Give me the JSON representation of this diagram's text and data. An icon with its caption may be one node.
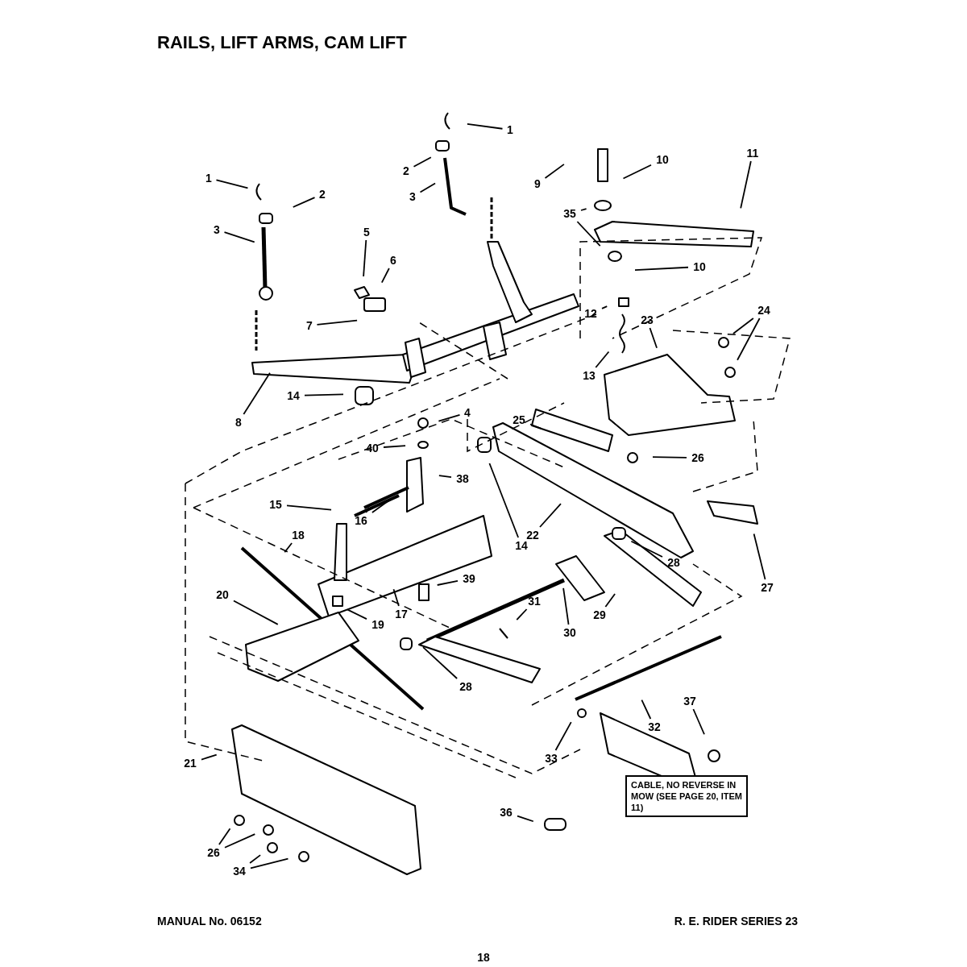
{
  "diagram": {
    "title": "RAILS, LIFT ARMS, CAM LIFT",
    "nodes": [
      {
        "text": [
          "1"
        ]
      },
      {
        "text": [
          "1"
        ]
      },
      {
        "text": [
          "2"
        ]
      },
      {
        "text": [
          "2"
        ]
      },
      {
        "text": [
          "3"
        ]
      },
      {
        "text": [
          "3"
        ]
      },
      {
        "text": [
          "9"
        ]
      },
      {
        "text": [
          "10"
        ]
      },
      {
        "text": [
          "11"
        ]
      },
      {
        "text": [
          "35"
        ]
      },
      {
        "text": [
          "5"
        ]
      },
      {
        "text": [
          "6"
        ]
      },
      {
        "text": [
          "10"
        ]
      },
      {
        "text": [
          "7"
        ]
      },
      {
        "text": [
          "12"
        ]
      },
      {
        "text": [
          "23"
        ]
      },
      {
        "text": [
          "24"
        ]
      },
      {
        "text": [
          "13"
        ]
      },
      {
        "text": [
          "8"
        ]
      },
      {
        "text": [
          "14"
        ]
      },
      {
        "text": [
          "25"
        ]
      },
      {
        "text": [
          "4"
        ]
      },
      {
        "text": [
          "40"
        ]
      },
      {
        "text": [
          "26"
        ]
      },
      {
        "text": [
          "38"
        ]
      },
      {
        "text": [
          "15"
        ]
      },
      {
        "text": [
          "16"
        ]
      },
      {
        "text": [
          "22"
        ]
      },
      {
        "text": [
          "14"
        ]
      },
      {
        "text": [
          "18"
        ]
      },
      {
        "text": [
          "28"
        ]
      },
      {
        "text": [
          "27"
        ]
      },
      {
        "text": [
          "20"
        ]
      },
      {
        "text": [
          "39"
        ]
      },
      {
        "text": [
          "31"
        ]
      },
      {
        "text": [
          "17"
        ]
      },
      {
        "text": [
          "30"
        ]
      },
      {
        "text": [
          "29"
        ]
      },
      {
        "text": [
          "19"
        ]
      },
      {
        "text": [
          "28"
        ]
      },
      {
        "text": [
          "37"
        ]
      },
      {
        "text": [
          "32"
        ]
      },
      {
        "text": [
          "33"
        ]
      },
      {
        "text": [
          "21"
        ]
      },
      {
        "text": [
          "36"
        ]
      },
      {
        "text": [
          "26"
        ]
      },
      {
        "text": [
          "34"
        ]
      },
      {
        "text": [
          "CABLE, NO REVERSE IN MOW (SEE PAGE 20, ITEM 11)"
        ]
      }
    ],
    "edges": [
      {
        "from": 0,
        "to": null,
        "arrow": "none"
      },
      {
        "from": 1,
        "to": null,
        "arrow": "none"
      },
      {
        "from": 2,
        "to": null,
        "arrow": "none"
      },
      {
        "from": 3,
        "to": null,
        "arrow": "none"
      },
      {
        "from": 4,
        "to": null,
        "arrow": "none"
      },
      {
        "from": 5,
        "to": null,
        "arrow": "none"
      },
      {
        "from": 6,
        "to": null,
        "arrow": "none"
      },
      {
        "from": 7,
        "to": null,
        "arrow": "none"
      },
      {
        "from": 8,
        "to": null,
        "arrow": "none"
      },
      {
        "from": 9,
        "to": null,
        "arrow": "none"
      },
      {
        "from": 9,
        "to": null,
        "arrow": "none"
      },
      {
        "from": 10,
        "to": null,
        "arrow": "none"
      },
      {
        "from": 11,
        "to": null,
        "arrow": "none"
      },
      {
        "from": 12,
        "to": null,
        "arrow": "none"
      },
      {
        "from": 13,
        "to": null,
        "arrow": "none"
      },
      {
        "from": 14,
        "to": null,
        "arrow": "none"
      },
      {
        "from": 15,
        "to": null,
        "arrow": "none"
      },
      {
        "from": 16,
        "to": null,
        "arrow": "none"
      },
      {
        "from": 16,
        "to": null,
        "arrow": "none"
      },
      {
        "from": 17,
        "to": null,
        "arrow": "none"
      },
      {
        "from": 18,
        "to": null,
        "arrow": "none"
      },
      {
        "from": 19,
        "to": null,
        "arrow": "none"
      },
      {
        "from": 20,
        "to": null,
        "arrow": "none"
      },
      {
        "from": 21,
        "to": null,
        "arrow": "none"
      },
      {
        "from": 22,
        "to": null,
        "arrow": "none"
      },
      {
        "from": 23,
        "to": null,
        "arrow": "none"
      },
      {
        "from": 24,
        "to": null,
        "arrow": "none"
      },
      {
        "from": 25,
        "to": null,
        "arrow": "none"
      },
      {
        "from": 26,
        "to": null,
        "arrow": "none"
      },
      {
        "from": 26,
        "to": null,
        "arrow": "none"
      },
      {
        "from": 27,
        "to": null,
        "arrow": "none"
      },
      {
        "from": 28,
        "to": null,
        "arrow": "none"
      },
      {
        "from": 29,
        "to": null,
        "arrow": "none"
      },
      {
        "from": 30,
        "to": null,
        "arrow": "none"
      },
      {
        "from": 31,
        "to": null,
        "arrow": "none"
      },
      {
        "from": 32,
        "to": null,
        "arrow": "none"
      },
      {
        "from": 33,
        "to": null,
        "arrow": "none"
      },
      {
        "from": 34,
        "to": null,
        "arrow": "none"
      },
      {
        "from": 35,
        "to": null,
        "arrow": "none"
      },
      {
        "from": 36,
        "to": null,
        "arrow": "none"
      },
      {
        "from": 37,
        "to": null,
        "arrow": "none"
      },
      {
        "from": 38,
        "to": null,
        "arrow": "none"
      },
      {
        "from": 39,
        "to": null,
        "arrow": "none"
      },
      {
        "from": 40,
        "to": null,
        "arrow": "none"
      },
      {
        "from": 41,
        "to": null,
        "arrow": "none"
      },
      {
        "from": 42,
        "to": null,
        "arrow": "none"
      },
      {
        "from": 43,
        "to": null,
        "arrow": "none"
      },
      {
        "from": 44,
        "to": null,
        "arrow": "none"
      },
      {
        "from": 45,
        "to": null,
        "arrow": "none"
      },
      {
        "from": 45,
        "to": null,
        "arrow": "none"
      },
      {
        "from": 46,
        "to": null,
        "arrow": "none"
      },
      {
        "from": 46,
        "to": null,
        "arrow": "none"
      }
    ],
    "labels": [
      "MANUAL No. 06152",
      "R. E. RIDER SERIES 23",
      "18"
    ]
  }
}
